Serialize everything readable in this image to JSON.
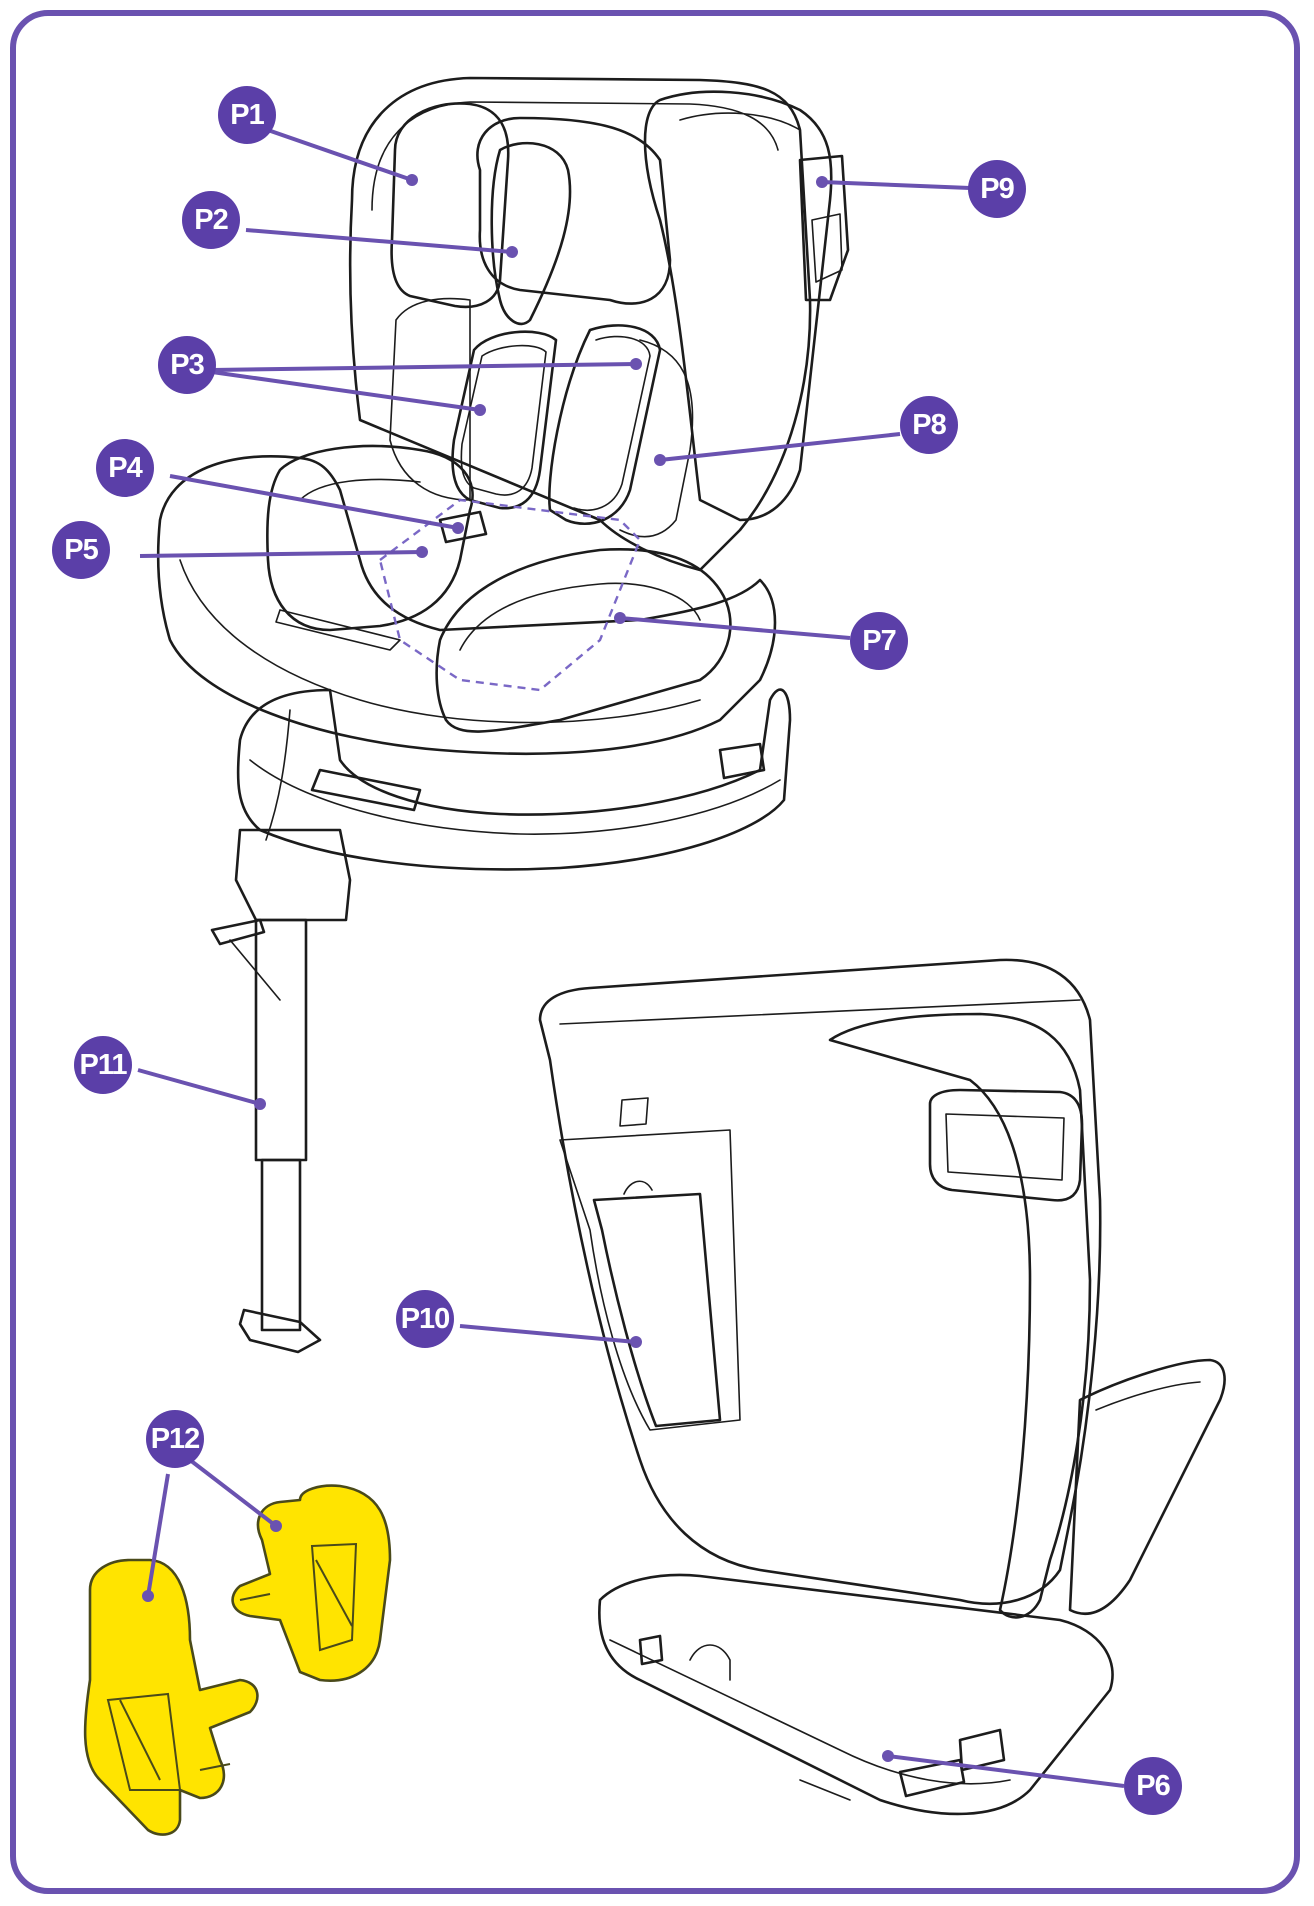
{
  "labels": {
    "p1": "P1",
    "p2": "P2",
    "p3": "P3",
    "p4": "P4",
    "p5": "P5",
    "p6": "P6",
    "p7": "P7",
    "p8": "P8",
    "p9": "P9",
    "p10": "P10",
    "p11": "P11",
    "p12": "P12"
  },
  "colors": {
    "frame": "#6a52b0",
    "badge": "#5b3fa8",
    "badge_text": "#ffffff",
    "part_highlight": "#ffe400",
    "line_art": "#1c1c1c"
  }
}
